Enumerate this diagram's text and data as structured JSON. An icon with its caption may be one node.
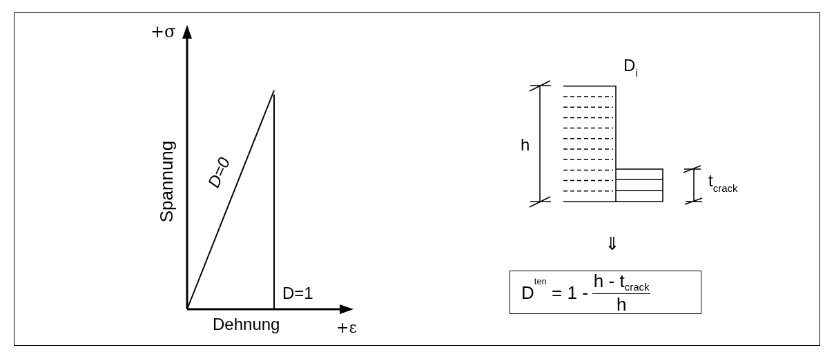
{
  "diagram": {
    "nodes": [
      {
        "text": [
          "D$^{ten}$ = 1 -",
          "h - t$_{crack}$",
          "h"
        ]
      }
    ],
    "labels": [
      "+σ",
      "Spannung",
      "D=0",
      "D=1",
      "Dehnung",
      "+ε",
      "D$_{i}$",
      "h",
      "t$_{crack}$",
      "⇓"
    ]
  }
}
